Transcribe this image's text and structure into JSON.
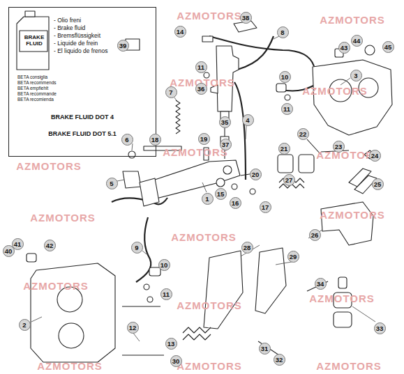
{
  "diagram": {
    "nodes": [
      {
        "text": [
          "BRAKE FLUID",
          "- Olio freni",
          "- Brake fluid",
          "- Bremsflüssigkeit",
          "- Liquide de frein",
          "- El liquido de frenos",
          "BETA consiglia",
          "BETA recommends",
          "BETA empfiehlt",
          "BETA recommande",
          "BETA recomienda",
          "BRAKE FLUID DOT 4",
          "BRAKE FLUID DOT 5.1"
        ]
      }
    ],
    "edges": [],
    "labels": [
      "1",
      "2",
      "3",
      "4",
      "5",
      "6",
      "7",
      "8",
      "9",
      "10",
      "10",
      "11",
      "11",
      "11",
      "12",
      "13",
      "14",
      "15",
      "16",
      "17",
      "18",
      "19",
      "20",
      "21",
      "22",
      "23",
      "24",
      "25",
      "26",
      "27",
      "28",
      "29",
      "30",
      "31",
      "32",
      "33",
      "34",
      "35",
      "36",
      "37",
      "38",
      "39",
      "40",
      "41",
      "42",
      "43",
      "44",
      "45",
      "AZMOTORS",
      "AZMOTORS",
      "AZMOTORS",
      "AZMOTORS",
      "AZMOTORS",
      "AZMOTORS",
      "AZMOTORS",
      "AZMOTORS",
      "AZMOTORS",
      "AZMOTORS",
      "AZMOTORS",
      "AZMOTORS",
      "AZMOTORS",
      "AZMOTORS",
      "AZMOTORS",
      "AZMOTORS"
    ]
  }
}
